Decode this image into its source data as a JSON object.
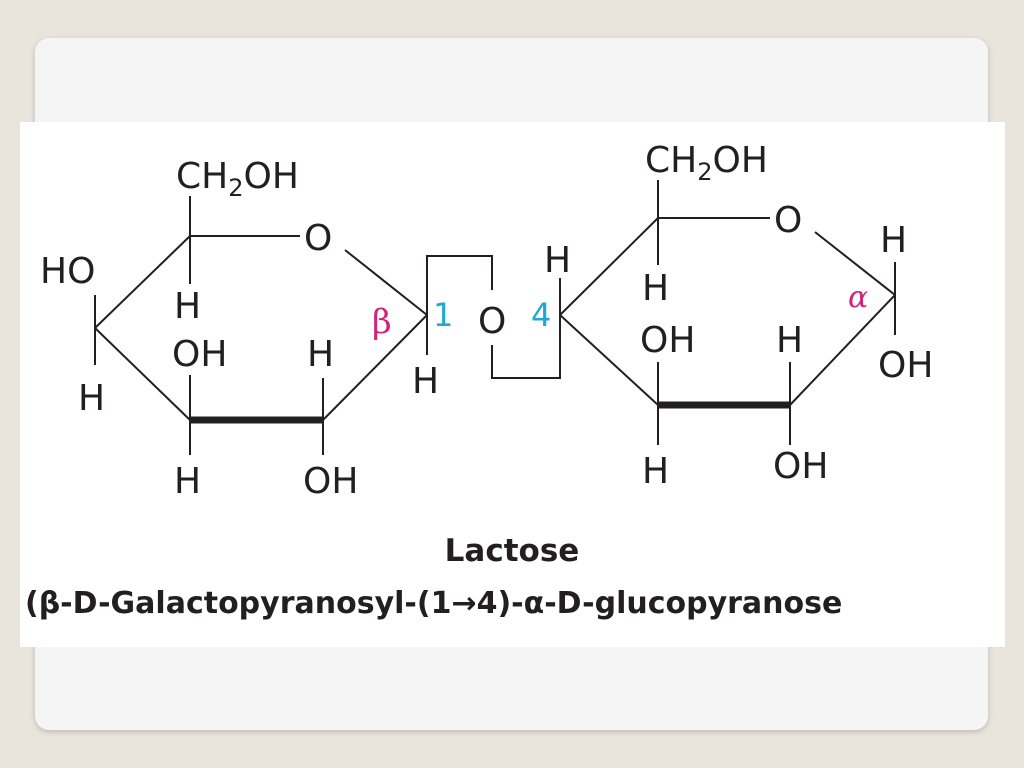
{
  "molecule": {
    "name": "Lactose",
    "systematic_name": "(β-D-Galactopyranosyl-(1→4)-α-D-glucopyranose"
  },
  "galactose": {
    "ch2oh": "CH",
    "ch2oh_sub": "2",
    "ch2oh_tail": "OH",
    "ring_o": "O",
    "c4_ho": "HO",
    "c4_h": "H",
    "c5_h": "H",
    "c3_oh": "OH",
    "c2_h": "H",
    "c3_h": "H",
    "c2_oh": "OH",
    "c1_h": "H",
    "anomer": "β",
    "carbon_number": "1"
  },
  "glycosidic_o": "O",
  "glucose": {
    "carbon_number": "4",
    "c4_h": "H",
    "ch2oh": "CH",
    "ch2oh_sub": "2",
    "ch2oh_tail": "OH",
    "ring_o": "O",
    "c1_h": "H",
    "c5_h": "H",
    "anomer": "α",
    "c3_oh": "OH",
    "c2_h": "H",
    "c1_oh": "OH",
    "c3_h": "H",
    "c2_oh": "OH"
  }
}
